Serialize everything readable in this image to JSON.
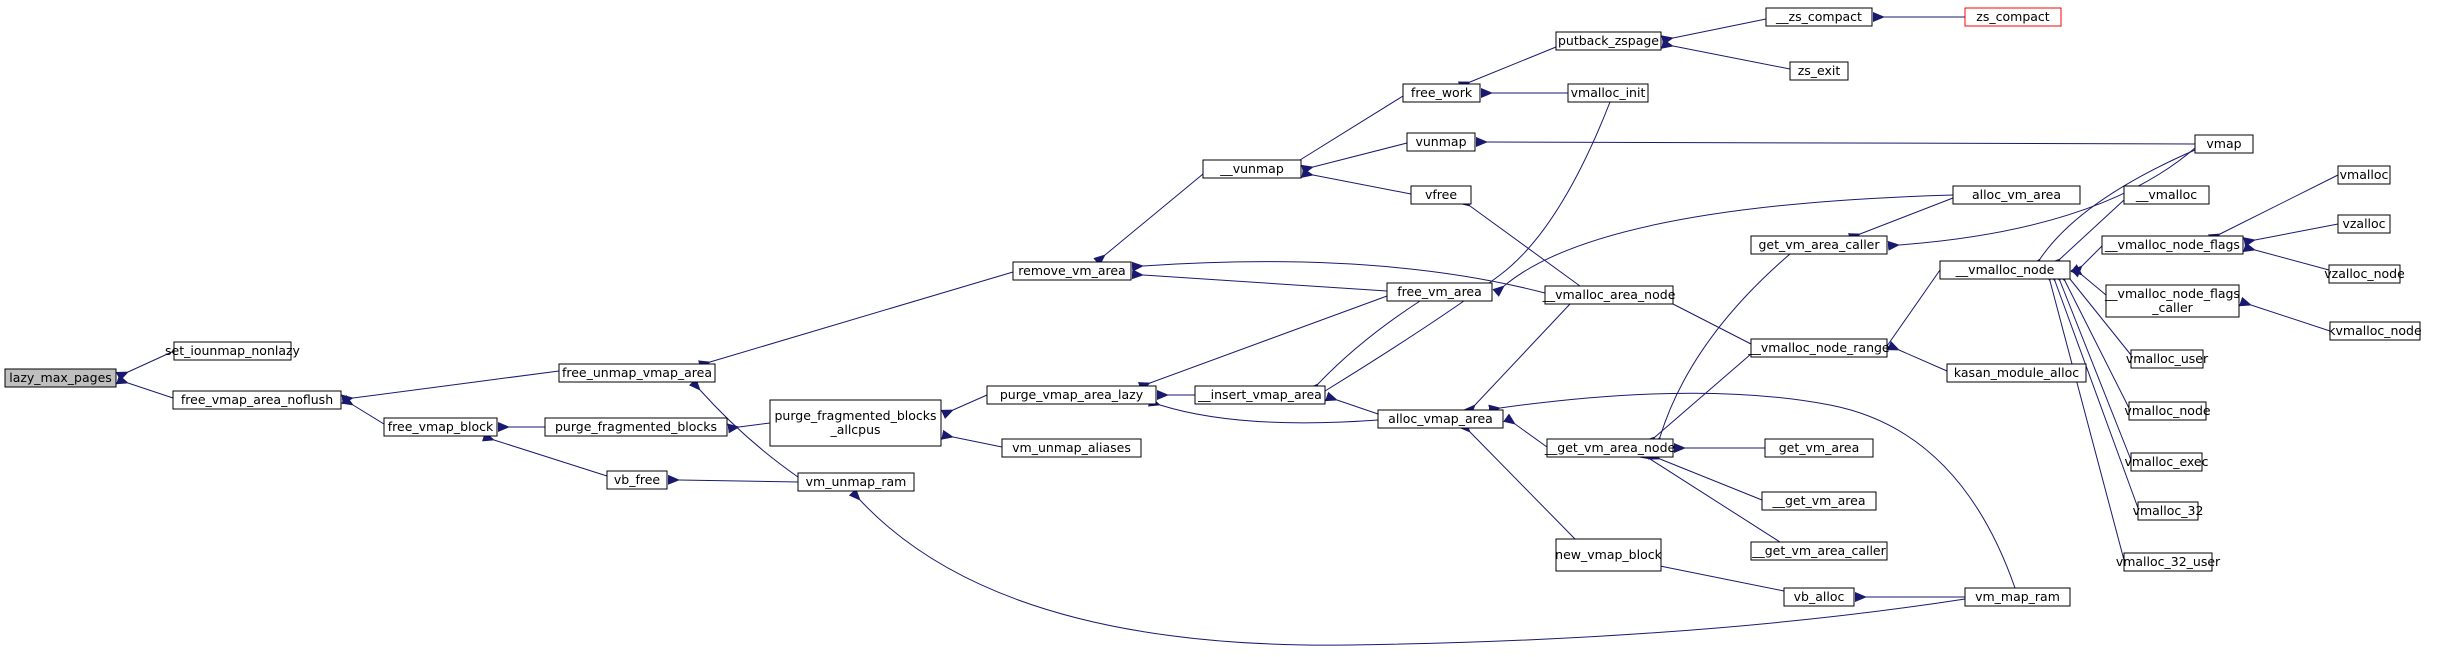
{
  "graph": {
    "nodes": [
      {
        "id": "lazy_max_pages",
        "lines": [
          "lazy_max_pages"
        ],
        "style": "root"
      },
      {
        "id": "set_iounmap_nonlazy",
        "lines": [
          "set_iounmap_nonlazy"
        ],
        "style": "normal"
      },
      {
        "id": "free_vmap_area_noflush",
        "lines": [
          "free_vmap_area_noflush"
        ],
        "style": "normal"
      },
      {
        "id": "free_unmap_vmap_area",
        "lines": [
          "free_unmap_vmap_area"
        ],
        "style": "normal"
      },
      {
        "id": "free_vmap_block",
        "lines": [
          "free_vmap_block"
        ],
        "style": "normal"
      },
      {
        "id": "purge_fragmented_blocks",
        "lines": [
          "purge_fragmented_blocks"
        ],
        "style": "normal"
      },
      {
        "id": "purge_fragmented_blocks_allcpus",
        "lines": [
          "purge_fragmented_blocks",
          "_allcpus"
        ],
        "style": "normal"
      },
      {
        "id": "vb_free",
        "lines": [
          "vb_free"
        ],
        "style": "normal"
      },
      {
        "id": "vm_unmap_ram",
        "lines": [
          "vm_unmap_ram"
        ],
        "style": "normal"
      },
      {
        "id": "remove_vm_area",
        "lines": [
          "remove_vm_area"
        ],
        "style": "normal"
      },
      {
        "id": "purge_vmap_area_lazy",
        "lines": [
          "purge_vmap_area_lazy"
        ],
        "style": "normal"
      },
      {
        "id": "vm_unmap_aliases",
        "lines": [
          "vm_unmap_aliases"
        ],
        "style": "normal"
      },
      {
        "id": "__vunmap",
        "lines": [
          "__vunmap"
        ],
        "style": "normal"
      },
      {
        "id": "free_vm_area",
        "lines": [
          "free_vm_area"
        ],
        "style": "normal"
      },
      {
        "id": "__insert_vmap_area",
        "lines": [
          "__insert_vmap_area"
        ],
        "style": "normal"
      },
      {
        "id": "alloc_vmap_area",
        "lines": [
          "alloc_vmap_area"
        ],
        "style": "normal"
      },
      {
        "id": "new_vmap_block",
        "lines": [
          "new_vmap_block"
        ],
        "style": "normal"
      },
      {
        "id": "free_work",
        "lines": [
          "free_work"
        ],
        "style": "normal"
      },
      {
        "id": "vunmap",
        "lines": [
          "vunmap"
        ],
        "style": "normal"
      },
      {
        "id": "vfree",
        "lines": [
          "vfree"
        ],
        "style": "normal"
      },
      {
        "id": "putback_zspage",
        "lines": [
          "putback_zspage"
        ],
        "style": "normal"
      },
      {
        "id": "vmalloc_init",
        "lines": [
          "vmalloc_init"
        ],
        "style": "normal"
      },
      {
        "id": "__vmalloc_area_node",
        "lines": [
          "__vmalloc_area_node"
        ],
        "style": "normal"
      },
      {
        "id": "__get_vm_area_node",
        "lines": [
          "__get_vm_area_node"
        ],
        "style": "normal"
      },
      {
        "id": "vb_alloc",
        "lines": [
          "vb_alloc"
        ],
        "style": "normal"
      },
      {
        "id": "__zs_compact",
        "lines": [
          "__zs_compact"
        ],
        "style": "normal"
      },
      {
        "id": "zs_exit",
        "lines": [
          "zs_exit"
        ],
        "style": "normal"
      },
      {
        "id": "zs_compact",
        "lines": [
          "zs_compact"
        ],
        "style": "truncated"
      },
      {
        "id": "get_vm_area_caller",
        "lines": [
          "get_vm_area_caller"
        ],
        "style": "normal"
      },
      {
        "id": "__vmalloc_node_range",
        "lines": [
          "__vmalloc_node_range"
        ],
        "style": "normal"
      },
      {
        "id": "get_vm_area",
        "lines": [
          "get_vm_area"
        ],
        "style": "normal"
      },
      {
        "id": "__get_vm_area",
        "lines": [
          "__get_vm_area"
        ],
        "style": "normal"
      },
      {
        "id": "__get_vm_area_caller",
        "lines": [
          "__get_vm_area_caller"
        ],
        "style": "normal"
      },
      {
        "id": "vm_map_ram",
        "lines": [
          "vm_map_ram"
        ],
        "style": "normal"
      },
      {
        "id": "alloc_vm_area",
        "lines": [
          "alloc_vm_area"
        ],
        "style": "normal"
      },
      {
        "id": "kasan_module_alloc",
        "lines": [
          "kasan_module_alloc"
        ],
        "style": "normal"
      },
      {
        "id": "__vmalloc_node",
        "lines": [
          "__vmalloc_node"
        ],
        "style": "normal"
      },
      {
        "id": "vmap",
        "lines": [
          "vmap"
        ],
        "style": "normal"
      },
      {
        "id": "__vmalloc",
        "lines": [
          "__vmalloc"
        ],
        "style": "normal"
      },
      {
        "id": "__vmalloc_node_flags",
        "lines": [
          "__vmalloc_node_flags"
        ],
        "style": "normal"
      },
      {
        "id": "__vmalloc_node_flags_caller",
        "lines": [
          "__vmalloc_node_flags",
          "_caller"
        ],
        "style": "normal"
      },
      {
        "id": "vmalloc_user",
        "lines": [
          "vmalloc_user"
        ],
        "style": "normal"
      },
      {
        "id": "vmalloc_node",
        "lines": [
          "vmalloc_node"
        ],
        "style": "normal"
      },
      {
        "id": "vmalloc_exec",
        "lines": [
          "vmalloc_exec"
        ],
        "style": "normal"
      },
      {
        "id": "vmalloc_32",
        "lines": [
          "vmalloc_32"
        ],
        "style": "normal"
      },
      {
        "id": "vmalloc_32_user",
        "lines": [
          "vmalloc_32_user"
        ],
        "style": "normal"
      },
      {
        "id": "vmalloc",
        "lines": [
          "vmalloc"
        ],
        "style": "normal"
      },
      {
        "id": "vzalloc",
        "lines": [
          "vzalloc"
        ],
        "style": "normal"
      },
      {
        "id": "vzalloc_node",
        "lines": [
          "vzalloc_node"
        ],
        "style": "normal"
      },
      {
        "id": "kvmalloc_node",
        "lines": [
          "kvmalloc_node"
        ],
        "style": "normal"
      }
    ],
    "edges": [
      {
        "from": "set_iounmap_nonlazy",
        "to": "lazy_max_pages"
      },
      {
        "from": "free_vmap_area_noflush",
        "to": "lazy_max_pages"
      },
      {
        "from": "free_unmap_vmap_area",
        "to": "free_vmap_area_noflush"
      },
      {
        "from": "free_vmap_block",
        "to": "free_vmap_area_noflush"
      },
      {
        "from": "remove_vm_area",
        "to": "free_unmap_vmap_area"
      },
      {
        "from": "vm_unmap_ram",
        "to": "free_unmap_vmap_area"
      },
      {
        "from": "purge_fragmented_blocks",
        "to": "free_vmap_block"
      },
      {
        "from": "vb_free",
        "to": "free_vmap_block"
      },
      {
        "from": "purge_fragmented_blocks_allcpus",
        "to": "purge_fragmented_blocks"
      },
      {
        "from": "vm_unmap_ram",
        "to": "vb_free"
      },
      {
        "from": "vm_map_ram",
        "to": "vm_unmap_ram"
      },
      {
        "from": "purge_vmap_area_lazy",
        "to": "purge_fragmented_blocks_allcpus"
      },
      {
        "from": "vm_unmap_aliases",
        "to": "purge_fragmented_blocks_allcpus"
      },
      {
        "from": "__vunmap",
        "to": "remove_vm_area"
      },
      {
        "from": "free_vm_area",
        "to": "remove_vm_area"
      },
      {
        "from": "__vmalloc_area_node",
        "to": "remove_vm_area"
      },
      {
        "from": "free_vm_area",
        "to": "purge_vmap_area_lazy"
      },
      {
        "from": "__insert_vmap_area",
        "to": "purge_vmap_area_lazy"
      },
      {
        "from": "alloc_vmap_area",
        "to": "purge_vmap_area_lazy"
      },
      {
        "from": "free_work",
        "to": "__vunmap"
      },
      {
        "from": "vunmap",
        "to": "__vunmap"
      },
      {
        "from": "vfree",
        "to": "__vunmap"
      },
      {
        "from": "alloc_vm_area",
        "to": "free_vm_area"
      },
      {
        "from": "free_vm_area",
        "to": "__insert_vmap_area"
      },
      {
        "from": "alloc_vmap_area",
        "to": "__insert_vmap_area"
      },
      {
        "from": "vmalloc_init",
        "to": "__insert_vmap_area"
      },
      {
        "from": "__vmalloc_area_node",
        "to": "alloc_vmap_area"
      },
      {
        "from": "__get_vm_area_node",
        "to": "alloc_vmap_area"
      },
      {
        "from": "new_vmap_block",
        "to": "alloc_vmap_area"
      },
      {
        "from": "vm_map_ram",
        "to": "alloc_vmap_area"
      },
      {
        "from": "vb_alloc",
        "to": "new_vmap_block"
      },
      {
        "from": "putback_zspage",
        "to": "free_work"
      },
      {
        "from": "vmalloc_init",
        "to": "free_work"
      },
      {
        "from": "vmap",
        "to": "vunmap"
      },
      {
        "from": "__vmalloc_area_node",
        "to": "vfree"
      },
      {
        "from": "__zs_compact",
        "to": "putback_zspage"
      },
      {
        "from": "zs_exit",
        "to": "putback_zspage"
      },
      {
        "from": "zs_compact",
        "to": "__zs_compact"
      },
      {
        "from": "__vmalloc_node_range",
        "to": "__vmalloc_area_node"
      },
      {
        "from": "get_vm_area_caller",
        "to": "__get_vm_area_node"
      },
      {
        "from": "__vmalloc_node_range",
        "to": "__get_vm_area_node"
      },
      {
        "from": "get_vm_area",
        "to": "__get_vm_area_node"
      },
      {
        "from": "__get_vm_area",
        "to": "__get_vm_area_node"
      },
      {
        "from": "__get_vm_area_caller",
        "to": "__get_vm_area_node"
      },
      {
        "from": "vm_map_ram",
        "to": "vb_alloc"
      },
      {
        "from": "alloc_vm_area",
        "to": "get_vm_area_caller"
      },
      {
        "from": "vmap",
        "to": "get_vm_area_caller"
      },
      {
        "from": "__vmalloc_node",
        "to": "__vmalloc_node_range"
      },
      {
        "from": "kasan_module_alloc",
        "to": "__vmalloc_node_range"
      },
      {
        "from": "vmap",
        "to": "__vmalloc_node"
      },
      {
        "from": "__vmalloc",
        "to": "__vmalloc_node"
      },
      {
        "from": "__vmalloc_node_flags",
        "to": "__vmalloc_node"
      },
      {
        "from": "__vmalloc_node_flags_caller",
        "to": "__vmalloc_node"
      },
      {
        "from": "vmalloc_user",
        "to": "__vmalloc_node"
      },
      {
        "from": "vmalloc_node",
        "to": "__vmalloc_node"
      },
      {
        "from": "vmalloc_exec",
        "to": "__vmalloc_node"
      },
      {
        "from": "vmalloc_32",
        "to": "__vmalloc_node"
      },
      {
        "from": "vmalloc_32_user",
        "to": "__vmalloc_node"
      },
      {
        "from": "vmalloc",
        "to": "__vmalloc_node_flags"
      },
      {
        "from": "vzalloc",
        "to": "__vmalloc_node_flags"
      },
      {
        "from": "vzalloc_node",
        "to": "__vmalloc_node_flags"
      },
      {
        "from": "kvmalloc_node",
        "to": "__vmalloc_node_flags_caller"
      }
    ]
  },
  "colors": {
    "edge": "#191970",
    "node_border": "#000000",
    "node_fill": "#ffffff",
    "root_fill": "#bfbfbf",
    "truncated_border": "#ff0000"
  }
}
